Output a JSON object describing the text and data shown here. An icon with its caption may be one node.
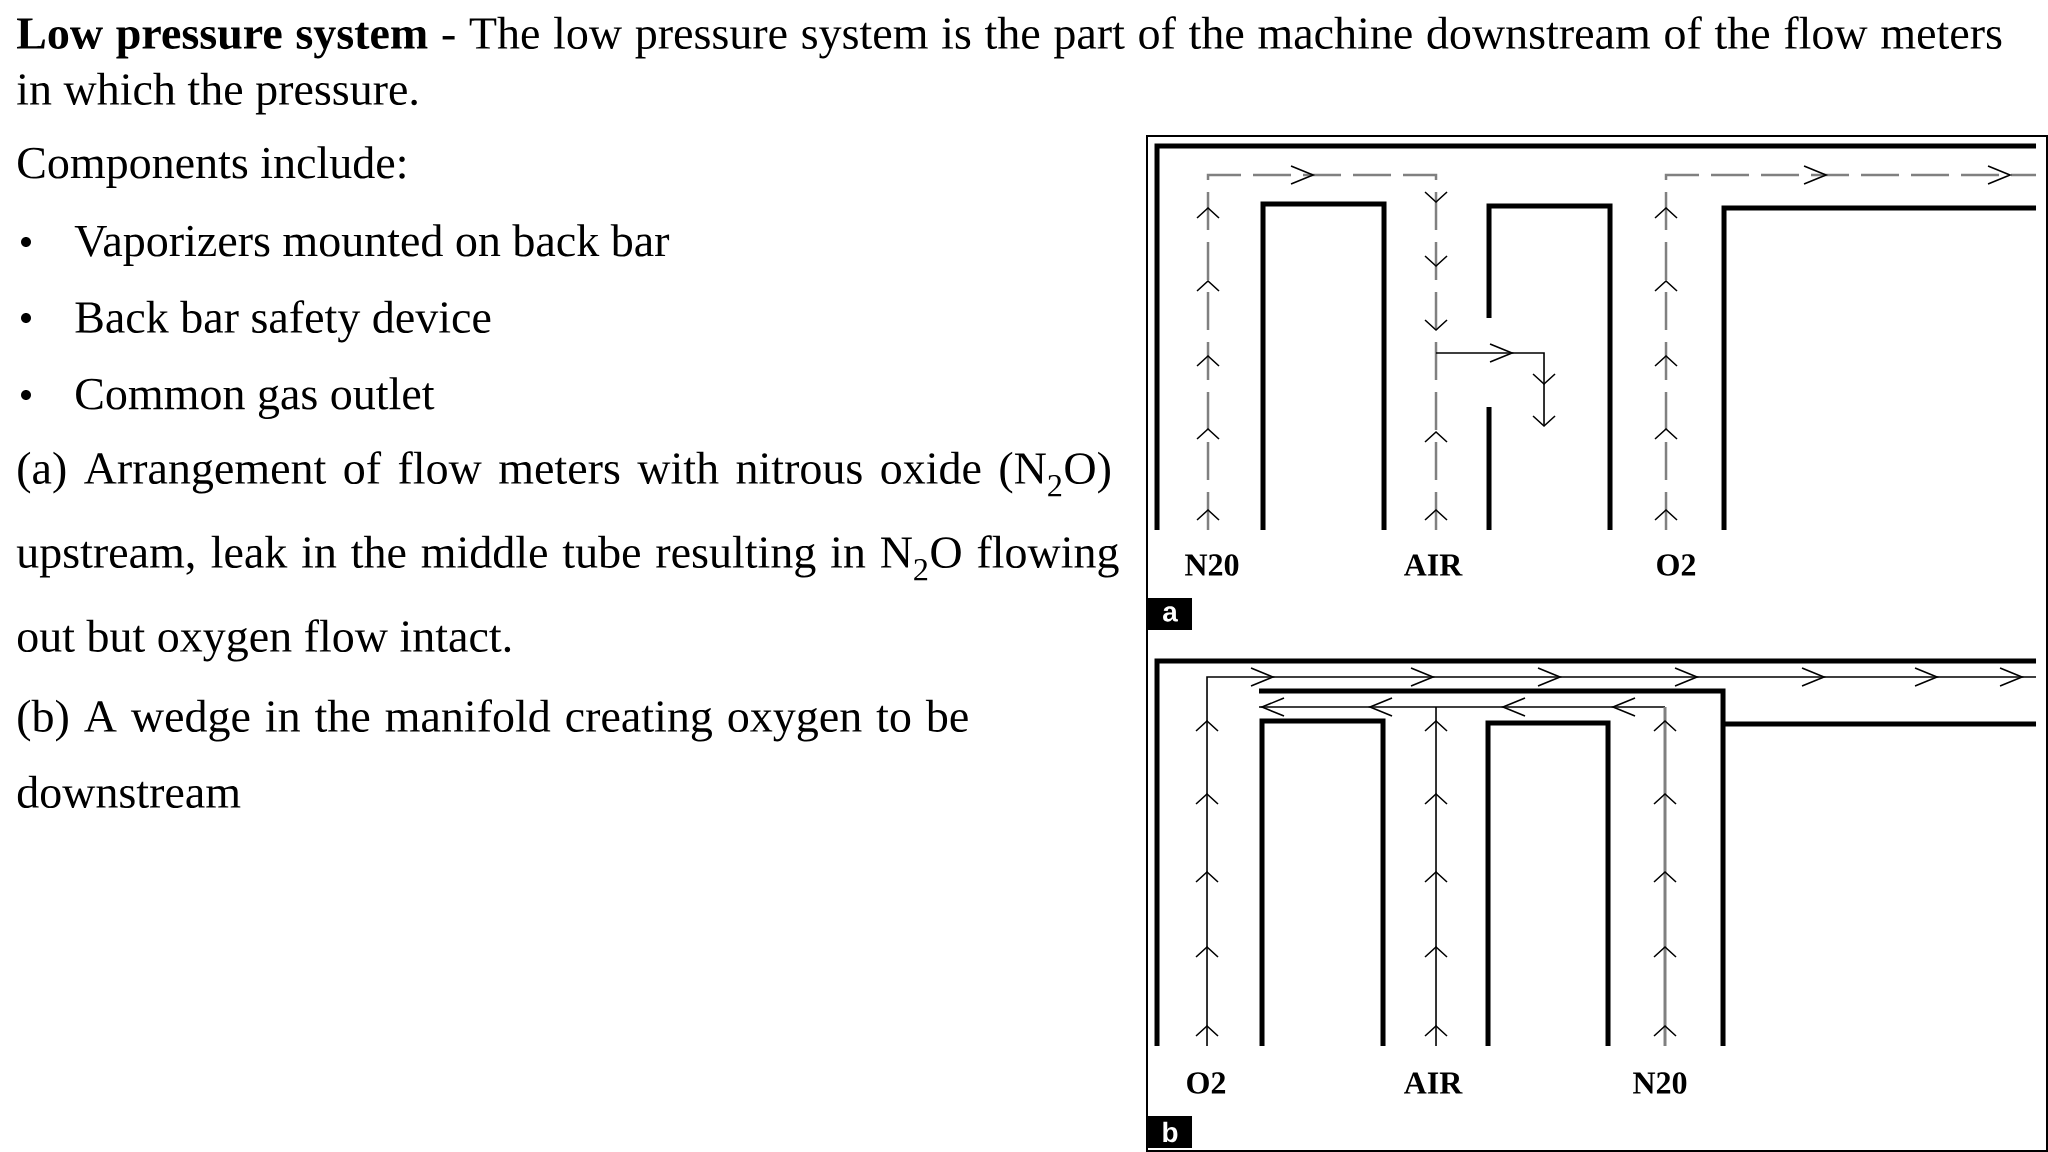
{
  "diagram": {
    "labels": [
      "**Low pressure system** - The low pressure system is the part of the machine downstream of the flow meters in which the pressure.",
      "Components include:",
      "Vaporizers mounted on back bar",
      "Back bar safety device",
      "Common gas outlet",
      "(a) Arrangement of flow meters with nitrous oxide (N$_{2}$O) upstream, leak in the middle tube resulting in N$_{2}$O flowing out but oxygen flow intact.",
      "(b) A wedge in the manifold creating oxygen to be downstream",
      "N20",
      "AIR",
      "O2",
      "a",
      "O2",
      "AIR",
      "N20",
      "b"
    ]
  }
}
